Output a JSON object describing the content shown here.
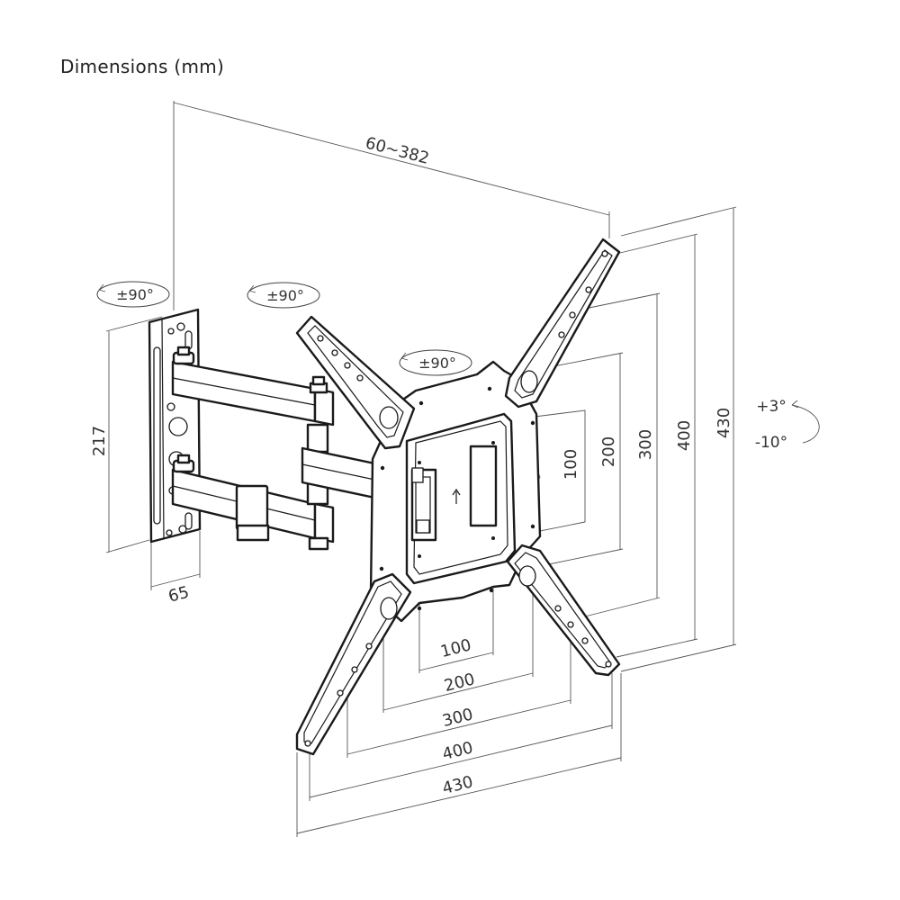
{
  "title": "Dimensions (mm)",
  "rotations": {
    "wall_plate": "±90°",
    "arm_joint": "±90°",
    "head": "±90°",
    "tilt_up": "+3°",
    "tilt_down": "-10°"
  },
  "dimensions": {
    "extension": "60~382",
    "wall_plate_height": "217",
    "wall_plate_depth": "65",
    "horizontal": [
      "100",
      "200",
      "300",
      "400",
      "430"
    ],
    "vertical": [
      "100",
      "200",
      "300",
      "400",
      "430"
    ]
  },
  "colors": {
    "line": "#1a1a1a",
    "dimension": "#555555",
    "background": "#ffffff"
  }
}
